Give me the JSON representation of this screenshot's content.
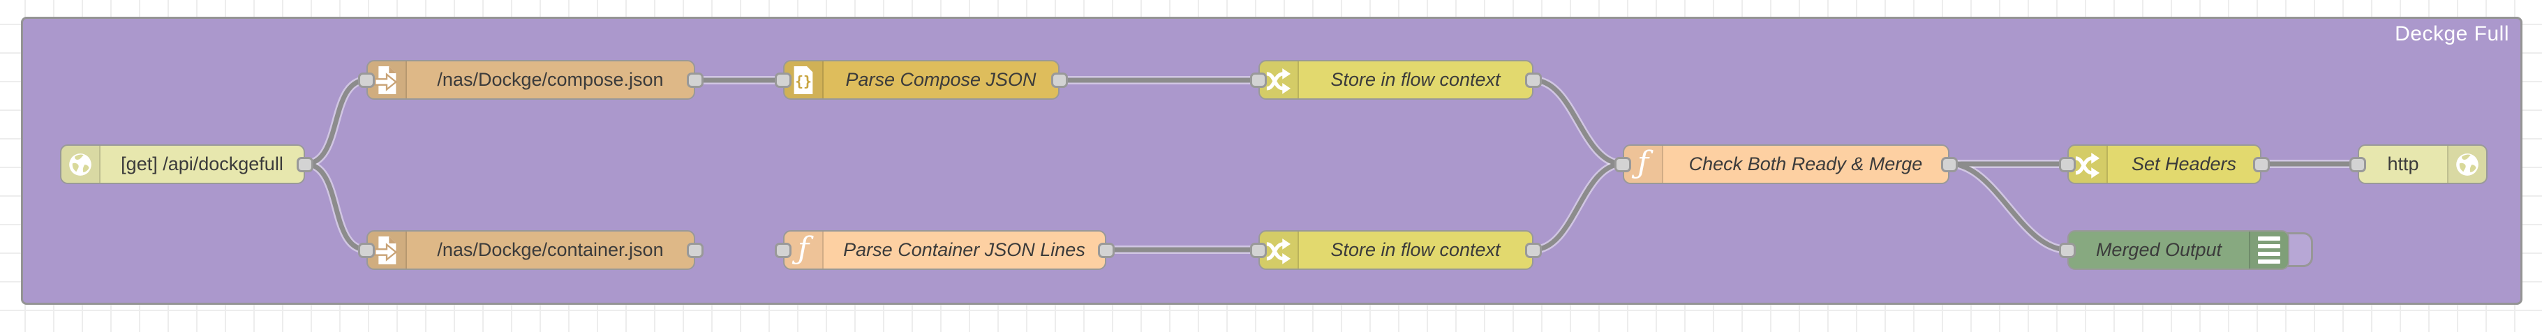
{
  "workspace": {
    "background_color": "#ffffff",
    "grid_color": "#ededed",
    "wire_color": "#8c8c8c",
    "port_fill": "#d3d3d3",
    "port_border": "#999999",
    "group": {
      "label": "Deckge Full",
      "fill": "#ab98cc",
      "border_color": "#949494",
      "label_color": "#ffffff"
    }
  },
  "nodes": [
    {
      "id": "http-in",
      "type": "http in",
      "label": "[get] /api/dockgefull",
      "color": "#e7e7ae",
      "icon": "globe-icon",
      "icon_side": "left",
      "label_style": "normal"
    },
    {
      "id": "file-compose",
      "type": "file in",
      "label": "/nas/Dockge/compose.json",
      "color": "#deb887",
      "icon": "file-in-icon",
      "icon_side": "left",
      "label_style": "normal"
    },
    {
      "id": "json-parse-compose",
      "type": "json",
      "label": "Parse Compose JSON",
      "color": "#debd5c",
      "icon": "json-icon",
      "icon_side": "left",
      "label_style": "italic"
    },
    {
      "id": "change-store-compose",
      "type": "change",
      "label": "Store in flow context",
      "color": "#e2d96e",
      "icon": "shuffle-icon",
      "icon_side": "left",
      "label_style": "italic"
    },
    {
      "id": "file-container",
      "type": "file in",
      "label": "/nas/Dockge/container.json",
      "color": "#deb887",
      "icon": "file-in-icon",
      "icon_side": "left",
      "label_style": "normal"
    },
    {
      "id": "function-parse-container",
      "type": "function",
      "label": "Parse Container JSON Lines",
      "color": "#fdd0a2",
      "icon": "function-icon",
      "icon_side": "left",
      "label_style": "italic"
    },
    {
      "id": "change-store-container",
      "type": "change",
      "label": "Store in flow context",
      "color": "#e2d96e",
      "icon": "shuffle-icon",
      "icon_side": "left",
      "label_style": "italic"
    },
    {
      "id": "function-check-merge",
      "type": "function",
      "label": "Check Both Ready & Merge",
      "color": "#fdd0a2",
      "icon": "function-icon",
      "icon_side": "left",
      "label_style": "italic"
    },
    {
      "id": "change-set-headers",
      "type": "change",
      "label": "Set Headers",
      "color": "#e2d96e",
      "icon": "shuffle-icon",
      "icon_side": "left",
      "label_style": "italic"
    },
    {
      "id": "http-response",
      "type": "http response",
      "label": "http",
      "color": "#e7e7ae",
      "icon": "globe-icon",
      "icon_side": "right",
      "label_style": "normal"
    },
    {
      "id": "debug-merged",
      "type": "debug",
      "label": "Merged Output",
      "color": "#87a980",
      "icon": "debug-list-icon",
      "icon_side": "right",
      "label_style": "italic"
    }
  ],
  "wires": [
    {
      "from": "http-in",
      "to": "file-compose"
    },
    {
      "from": "http-in",
      "to": "file-container"
    },
    {
      "from": "file-compose",
      "to": "json-parse-compose"
    },
    {
      "from": "json-parse-compose",
      "to": "change-store-compose"
    },
    {
      "from": "change-store-compose",
      "to": "function-check-merge"
    },
    {
      "from": "file-container",
      "to": "function-parse-container"
    },
    {
      "from": "function-parse-container",
      "to": "change-store-container"
    },
    {
      "from": "change-store-container",
      "to": "function-check-merge"
    },
    {
      "from": "function-check-merge",
      "to": "change-set-headers"
    },
    {
      "from": "function-check-merge",
      "to": "debug-merged"
    },
    {
      "from": "change-set-headers",
      "to": "http-response"
    }
  ]
}
